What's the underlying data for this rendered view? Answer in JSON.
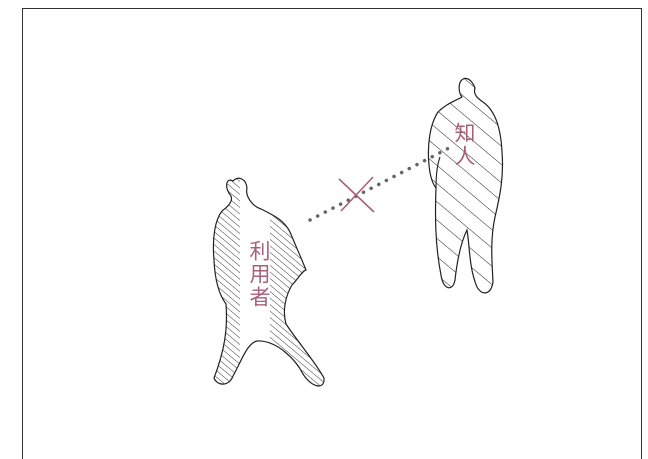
{
  "labels": {
    "user": "利用者",
    "acquaintance": "知人"
  },
  "colors": {
    "label": "#a8607a",
    "cross": "#a8607a",
    "outline": "#222222",
    "dots": "#666666"
  },
  "icons": {
    "blocked": "cross-mark"
  }
}
